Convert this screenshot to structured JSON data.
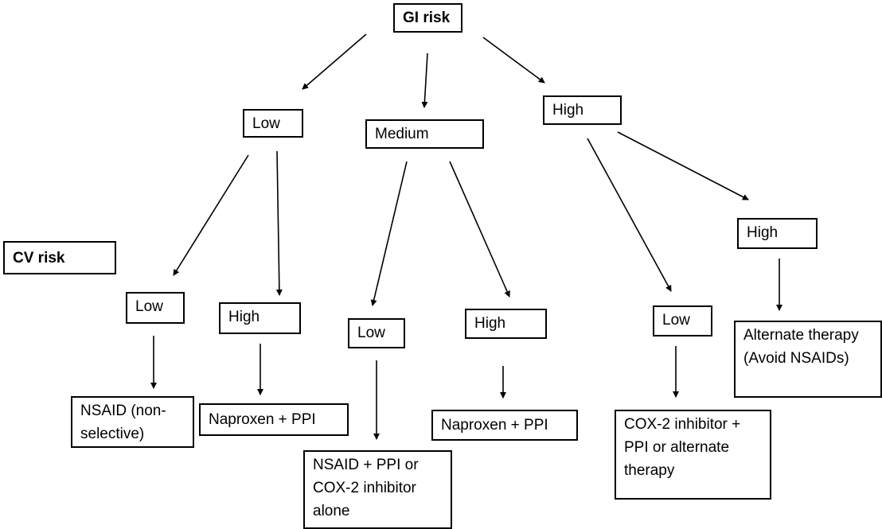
{
  "root": "GI risk",
  "cv_label": "CV risk",
  "gi_levels": {
    "low": "Low",
    "medium": "Medium",
    "high": "High"
  },
  "cv_levels": {
    "low_gi_low_cv": "Low",
    "low_gi_high_cv": "High",
    "med_gi_low_cv": "Low",
    "med_gi_high_cv": "High",
    "high_gi_low_cv": "Low",
    "high_gi_high_cv": "High"
  },
  "outcomes": {
    "low_gi_low_cv": "NSAID (non-selective)",
    "low_gi_high_cv": "Naproxen + PPI",
    "med_gi_low_cv": "NSAID + PPI or COX-2 inhibitor alone",
    "med_gi_high_cv": "Naproxen + PPI",
    "high_gi_low_cv": "COX-2 inhibitor + PPI or alternate therapy",
    "high_gi_high_cv": "Alternate therapy (Avoid NSAIDs)"
  }
}
